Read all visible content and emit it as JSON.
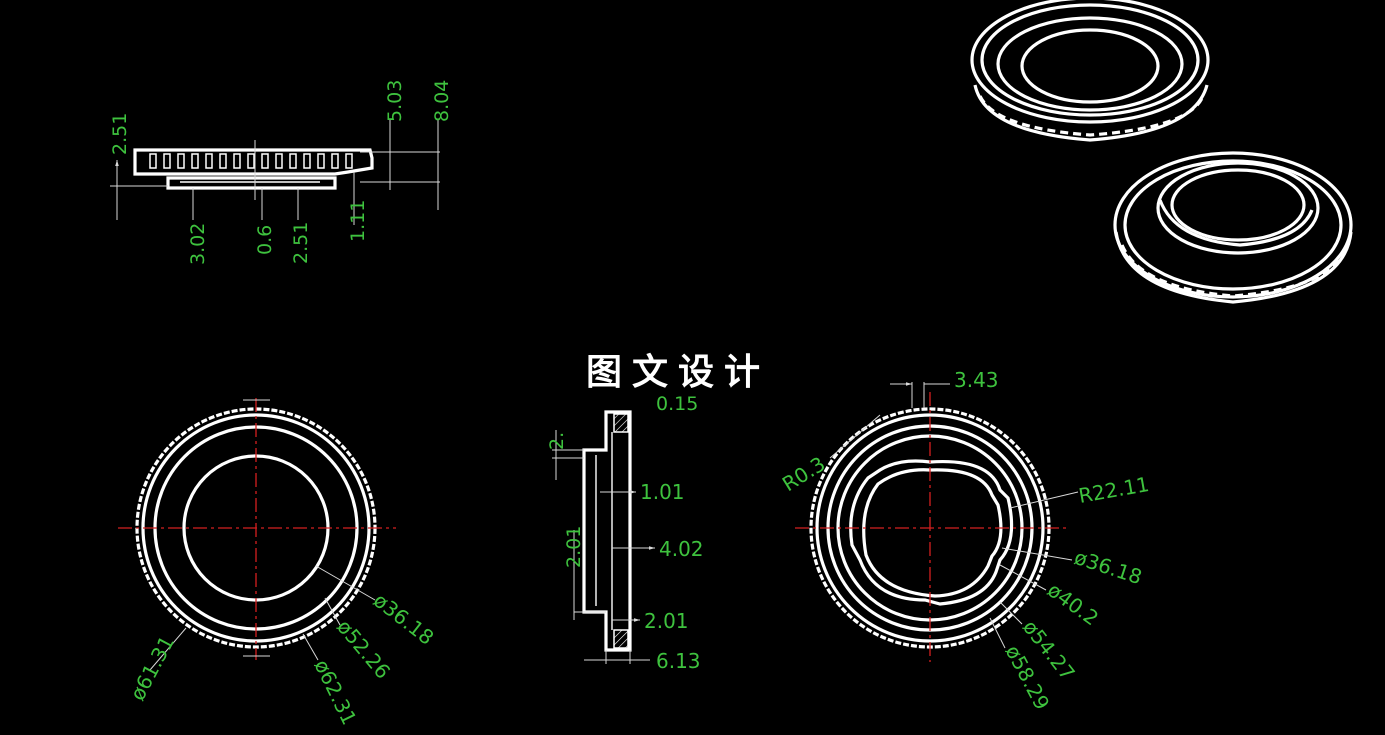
{
  "colors": {
    "background": "#000000",
    "geometry": "#ffffff",
    "dimension_text": "#3ec23e",
    "centerline": "#d42020"
  },
  "watermark": "图文设计",
  "side_view": {
    "dims_left": [
      "2.51"
    ],
    "dims_top": [
      "5.03",
      "8.04"
    ],
    "dims_bottom": [
      "3.02",
      "0.6",
      "2.51",
      "1.11"
    ]
  },
  "front_view": {
    "dims": [
      "ø36.18",
      "ø52.26",
      "ø61.31",
      "ø62.31"
    ]
  },
  "section_view": {
    "dims": [
      "2.",
      "0.15",
      "1.01",
      "4.02",
      "2.01",
      "2.01",
      "6.13"
    ]
  },
  "back_view": {
    "dims": [
      "3.43",
      "R0.3",
      "R22.11",
      "ø36.18",
      "ø40.2",
      "ø54.27",
      "ø58.29"
    ]
  }
}
